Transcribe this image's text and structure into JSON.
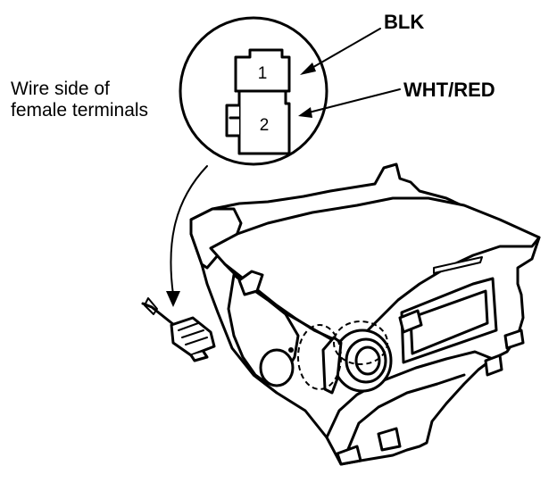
{
  "callouts": {
    "wire_side_line1": "Wire side of",
    "wire_side_line2": "female terminals",
    "blk": "BLK",
    "wht_red": "WHT/RED"
  },
  "connector": {
    "pin1": "1",
    "pin2": "2"
  }
}
